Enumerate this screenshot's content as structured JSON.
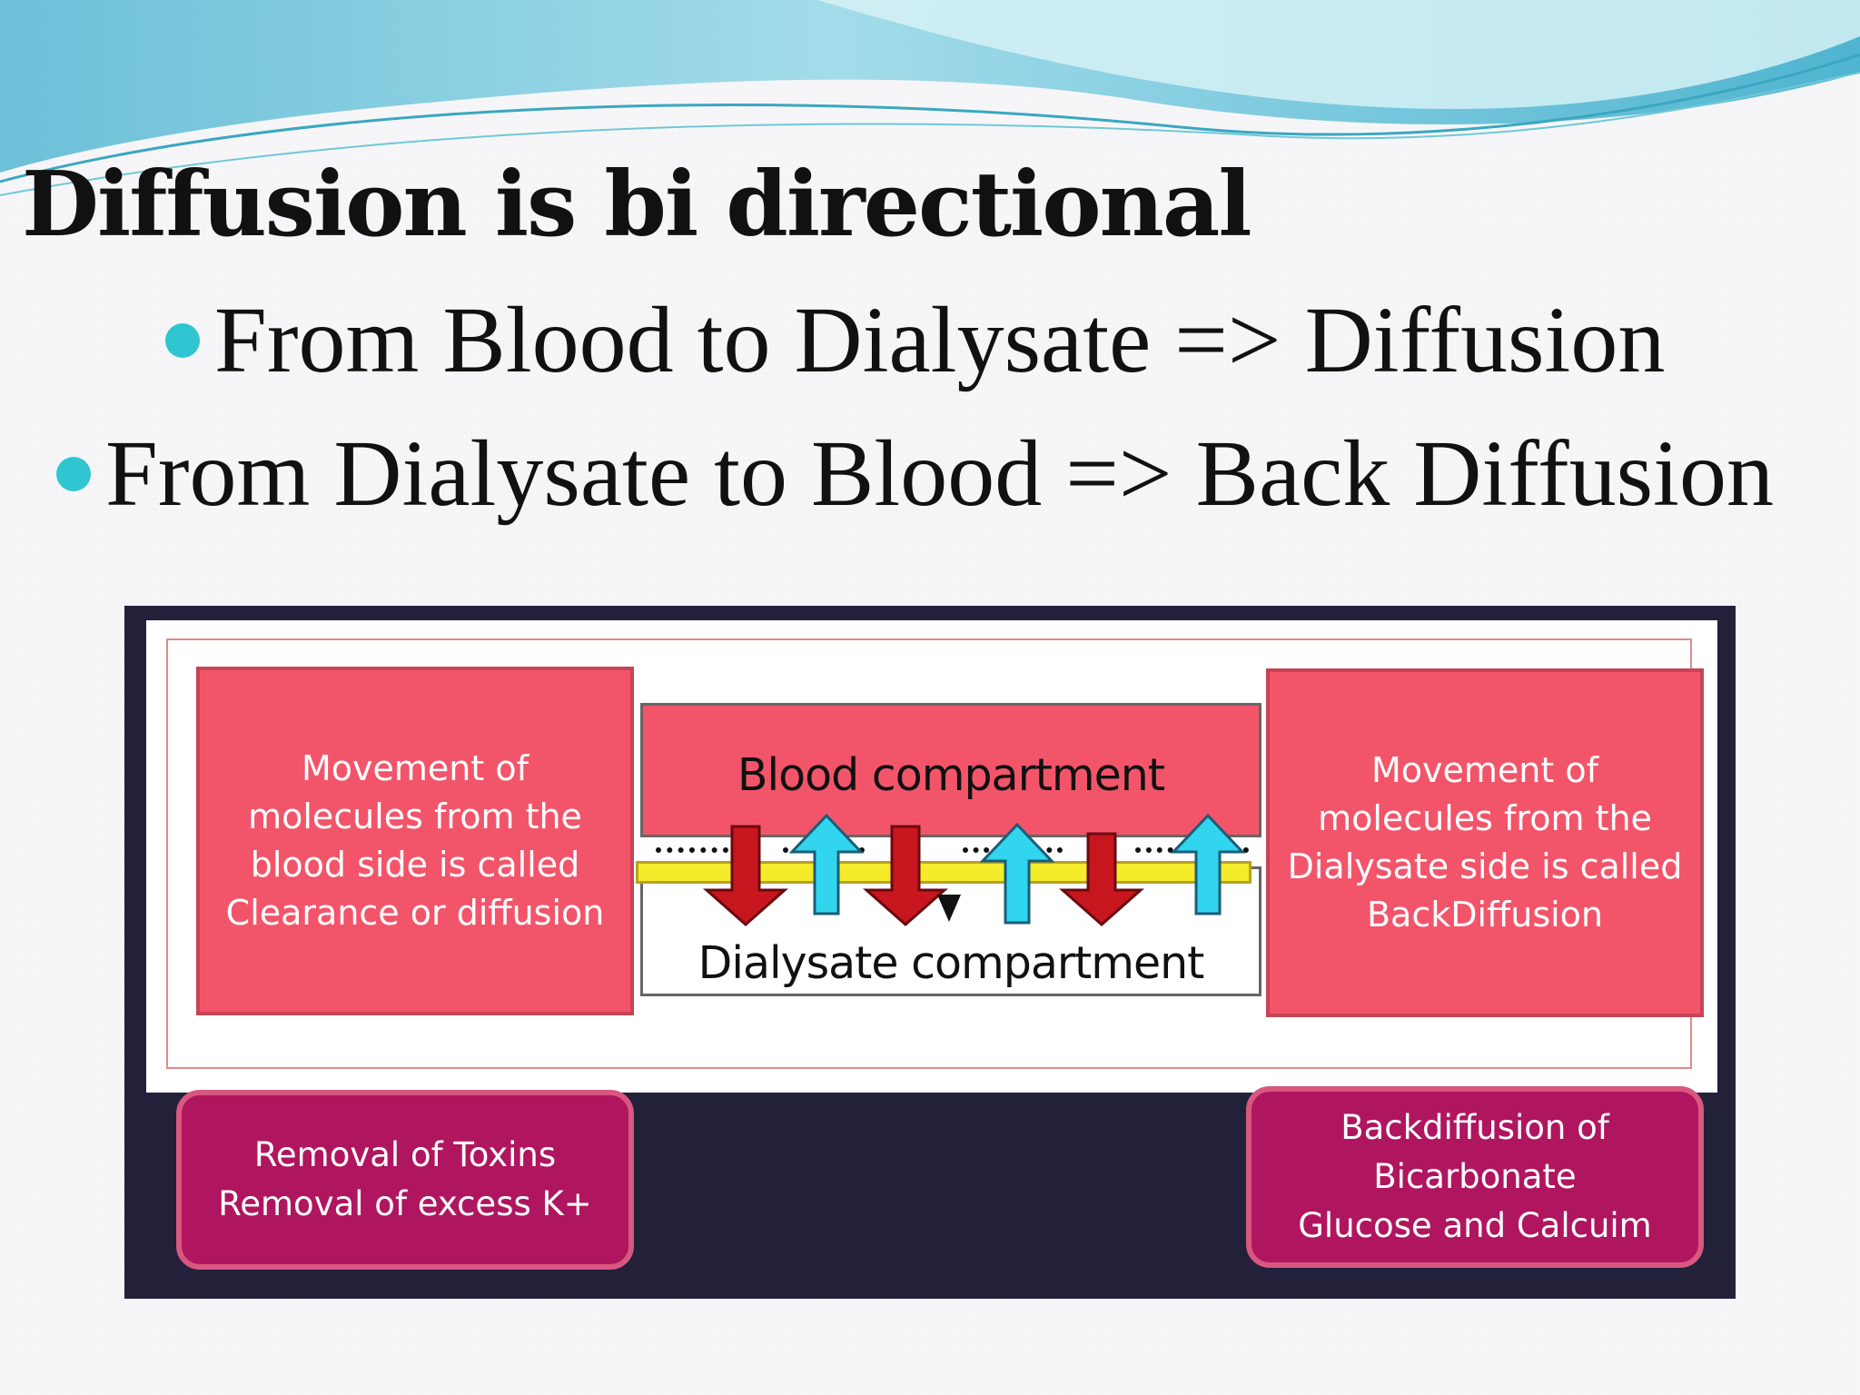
{
  "title": "Diffusion is bi directional",
  "bullets": [
    "From Blood to Dialysate => Diffusion",
    "From Dialysate to Blood => Back Diffusion"
  ],
  "diagram": {
    "blood_compartment": "Blood compartment",
    "dialysate_compartment": "Dialysate compartment",
    "left_box": [
      "Movement of",
      "molecules from the",
      "blood side is called",
      "Clearance or diffusion"
    ],
    "right_box": [
      "Movement of",
      "molecules from the",
      "Dialysate side is called",
      "BackDiffusion"
    ],
    "left_bottom_box": [
      "Removal of Toxins",
      "Removal of excess K+"
    ],
    "right_bottom_box": [
      "Backdiffusion of",
      "Bicarbonate",
      "Glucose and Calcuim"
    ]
  },
  "colors": {
    "bullet": "#2fc6d2",
    "red_box": "#f2556a",
    "magenta_box": "#b0155f",
    "figure_bg": "#23203a",
    "membrane": "#f4ec2a",
    "down_arrow": "#c8161e",
    "up_arrow": "#31d6ee"
  }
}
